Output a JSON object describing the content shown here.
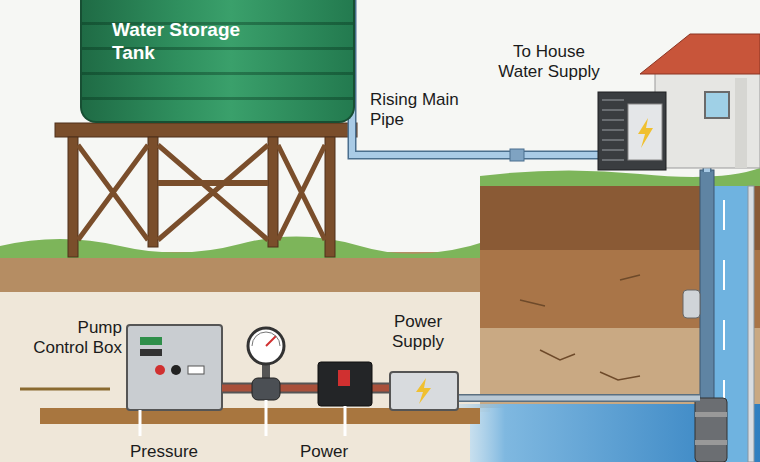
{
  "diagram": {
    "nodes": [
      {
        "text": [
          "Water Storage Tank"
        ]
      }
    ],
    "labels": [
      "Rising Main Pipe",
      "To House Water Supply",
      "Pump Control Box",
      "Power Supply",
      "Pressure",
      "Power"
    ]
  }
}
